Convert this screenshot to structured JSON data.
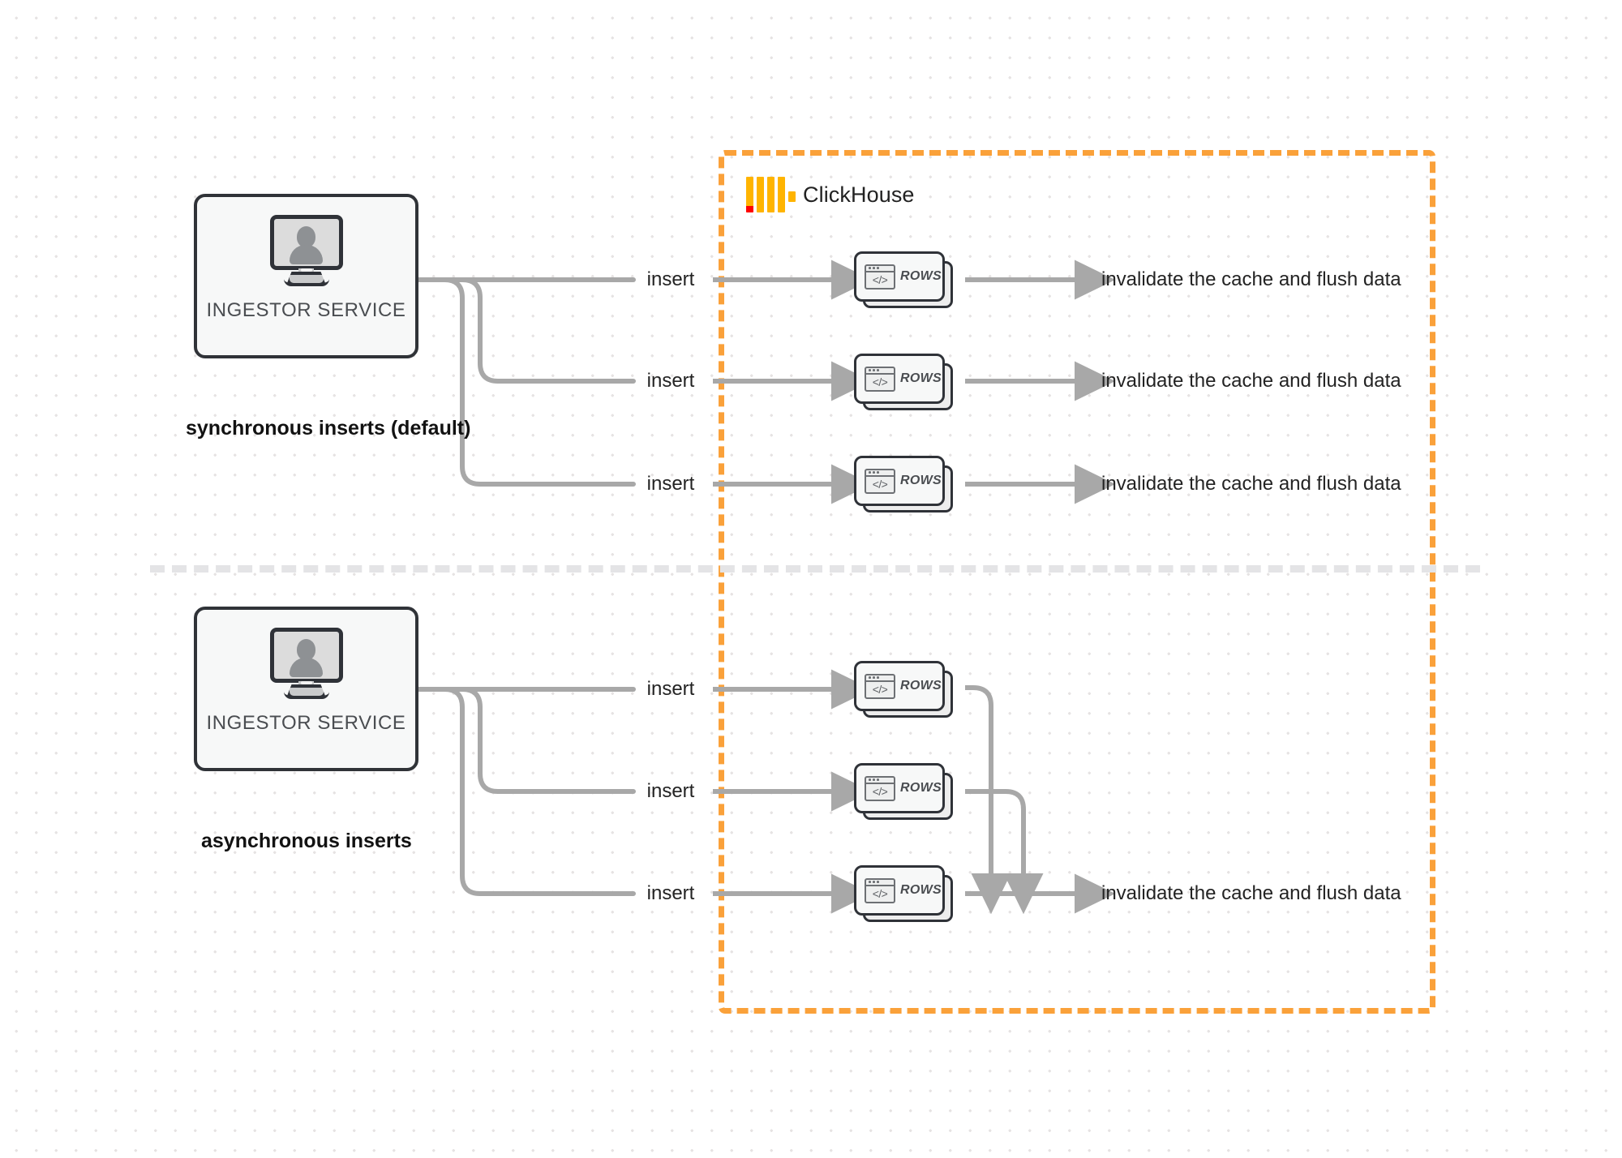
{
  "diagram": {
    "title": "ClickHouse synchronous vs asynchronous inserts",
    "background": {
      "color": "#ffffff",
      "dot_grid_color": "#e6e3e3"
    },
    "colors": {
      "clickhouse_orange": "#FAA13A",
      "logo_yellow": "#FFB400",
      "logo_red": "#FF0000",
      "node_outline": "#2F3238",
      "wire_gray": "#A8A8A8",
      "divider_gray": "#E4E4E6",
      "text_dark": "#121212"
    }
  },
  "clickhouse_container": {
    "logo_name": "clickhouse-logo",
    "title": "ClickHouse"
  },
  "divider": {
    "name": "section-divider"
  },
  "sections": [
    {
      "id": "synchronous",
      "caption": "synchronous inserts (default)",
      "ingestor": {
        "label": "INGESTOR SERVICE",
        "icon": "monitor-user-icon"
      },
      "edges": [
        {
          "insert_label": "insert",
          "rows_label": "ROWS",
          "sink_label": "invalidate the cache and flush data"
        },
        {
          "insert_label": "insert",
          "rows_label": "ROWS",
          "sink_label": "invalidate the cache and flush data"
        },
        {
          "insert_label": "insert",
          "rows_label": "ROWS",
          "sink_label": "invalidate the cache and flush data"
        }
      ]
    },
    {
      "id": "asynchronous",
      "caption": "asynchronous inserts",
      "ingestor": {
        "label": "INGESTOR SERVICE",
        "icon": "monitor-user-icon"
      },
      "edges": [
        {
          "insert_label": "insert",
          "rows_label": "ROWS"
        },
        {
          "insert_label": "insert",
          "rows_label": "ROWS"
        },
        {
          "insert_label": "insert",
          "rows_label": "ROWS"
        }
      ],
      "merged_sink_label": "invalidate the cache and flush data"
    }
  ]
}
